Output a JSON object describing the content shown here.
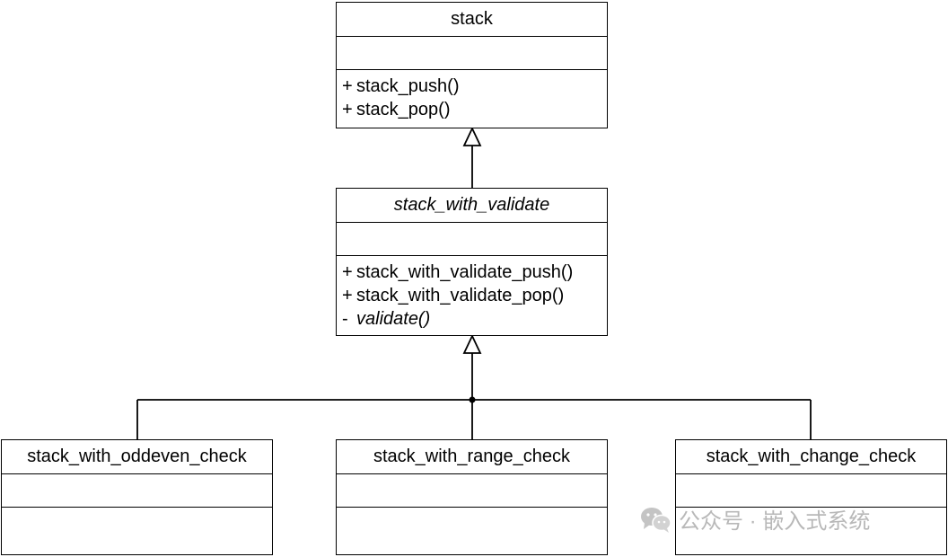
{
  "diagram": {
    "type": "uml-class-diagram",
    "classes": {
      "stack": {
        "name": "stack",
        "abstract": false,
        "operations": [
          {
            "visibility": "+",
            "signature": "stack_push()"
          },
          {
            "visibility": "+",
            "signature": "stack_pop()"
          }
        ]
      },
      "stack_with_validate": {
        "name": "stack_with_validate",
        "abstract": true,
        "operations": [
          {
            "visibility": "+",
            "signature": "stack_with_validate_push()"
          },
          {
            "visibility": "+",
            "signature": "stack_with_validate_pop()"
          },
          {
            "visibility": "-",
            "signature": "validate()",
            "abstract": true
          }
        ]
      },
      "stack_with_oddeven_check": {
        "name": "stack_with_oddeven_check",
        "abstract": false,
        "operations": []
      },
      "stack_with_range_check": {
        "name": "stack_with_range_check",
        "abstract": false,
        "operations": []
      },
      "stack_with_change_check": {
        "name": "stack_with_change_check",
        "abstract": false,
        "operations": []
      }
    },
    "relations": [
      {
        "type": "generalization",
        "from": "stack_with_validate",
        "to": "stack"
      },
      {
        "type": "generalization",
        "from": "stack_with_oddeven_check",
        "to": "stack_with_validate"
      },
      {
        "type": "generalization",
        "from": "stack_with_range_check",
        "to": "stack_with_validate"
      },
      {
        "type": "generalization",
        "from": "stack_with_change_check",
        "to": "stack_with_validate"
      }
    ]
  },
  "watermark": {
    "icon": "wechat-icon",
    "text": "公众号 · 嵌入式系统"
  }
}
